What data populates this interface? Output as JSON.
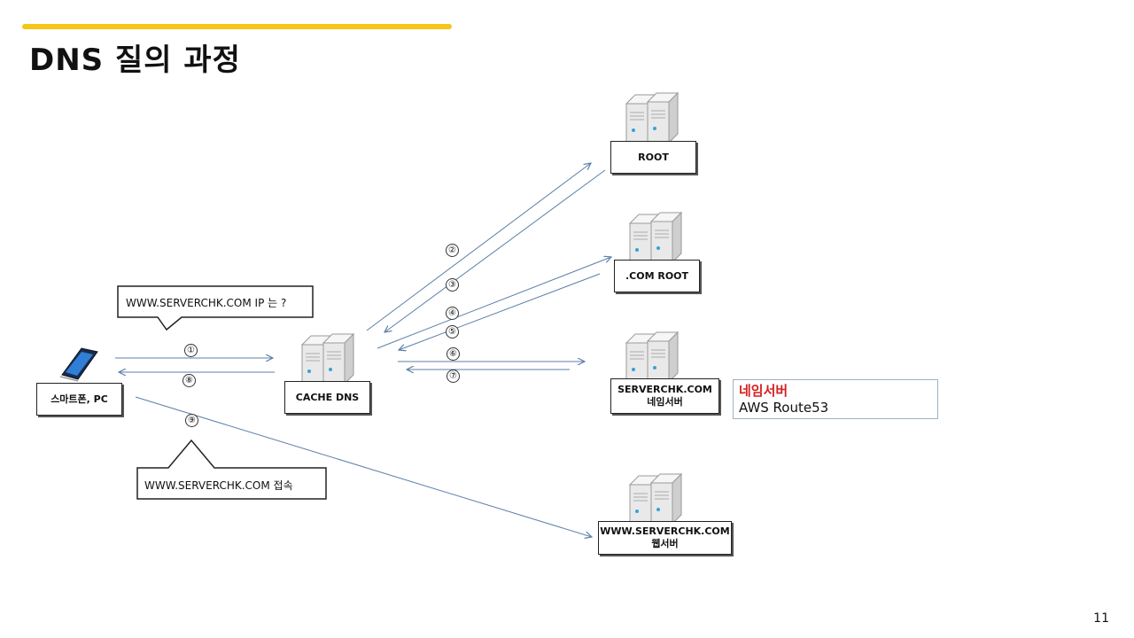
{
  "title": "DNS 질의 과정",
  "page_number": "11",
  "nodes": {
    "client": "스마트폰, PC",
    "cache_dns": "CACHE DNS",
    "root": "ROOT",
    "com_root": ".COM ROOT",
    "nameserver": "SERVERCHK.COM\n네임서버",
    "webserver": "WWW.SERVERCHK.COM\n웹서버"
  },
  "bubbles": {
    "query": "WWW.SERVERCHK.COM  IP 는 ?",
    "connect": "WWW.SERVERCHK.COM  접속"
  },
  "callout": {
    "heading": "네임서버",
    "detail": "AWS Route53"
  },
  "steps": [
    "①",
    "②",
    "③",
    "④",
    "⑤",
    "⑥",
    "⑦",
    "⑧",
    "⑨"
  ],
  "colors": {
    "accent": "#f5c518",
    "arrow": "#5b7fa8",
    "callout_heading": "#d42020"
  }
}
